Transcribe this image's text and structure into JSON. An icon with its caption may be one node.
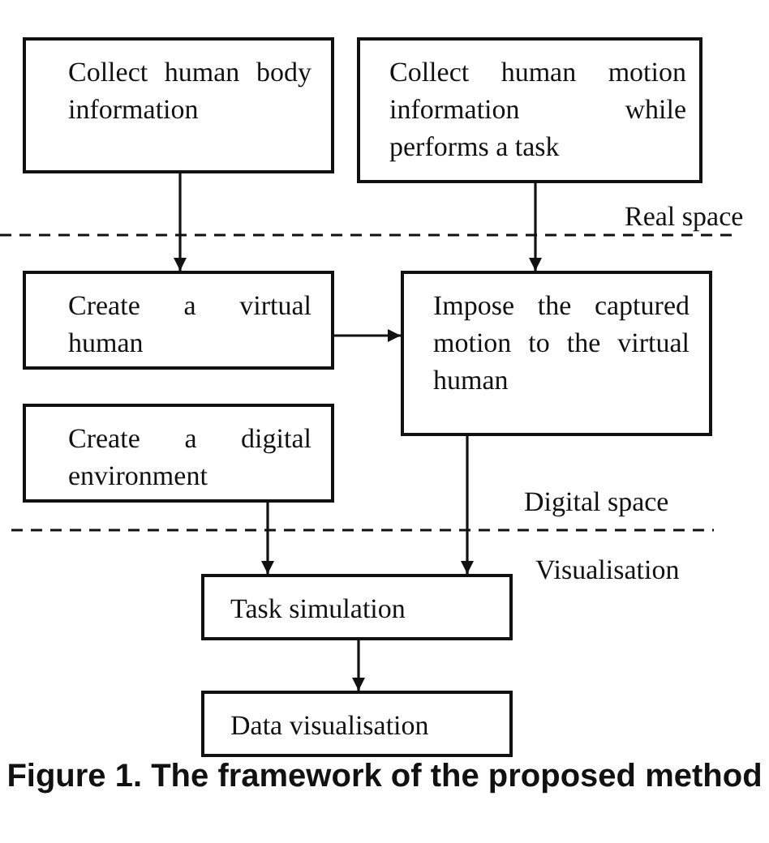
{
  "diagram": {
    "caption": "Figure 1. The framework of the proposed method",
    "nodes": [
      {
        "text": [
          "Collect human body information"
        ]
      },
      {
        "text": [
          "Collect human motion information while performs a task"
        ]
      },
      {
        "text": [
          "Create a virtual human"
        ]
      },
      {
        "text": [
          "Impose the captured motion to the virtual human"
        ]
      },
      {
        "text": [
          "Create a digital environment"
        ]
      },
      {
        "text": [
          "Task simulation"
        ]
      },
      {
        "text": [
          "Data visualisation"
        ]
      }
    ],
    "edges": [
      {
        "from": 0,
        "to": 2,
        "arrow": "to"
      },
      {
        "from": 1,
        "to": 3,
        "arrow": "to"
      },
      {
        "from": 2,
        "to": 3,
        "arrow": "to"
      },
      {
        "from": 4,
        "to": 5,
        "arrow": "to"
      },
      {
        "from": 3,
        "to": 5,
        "arrow": "to"
      },
      {
        "from": 5,
        "to": 6,
        "arrow": "to"
      }
    ],
    "labels": [
      "Real space",
      "Digital space",
      "Visualisation"
    ]
  }
}
